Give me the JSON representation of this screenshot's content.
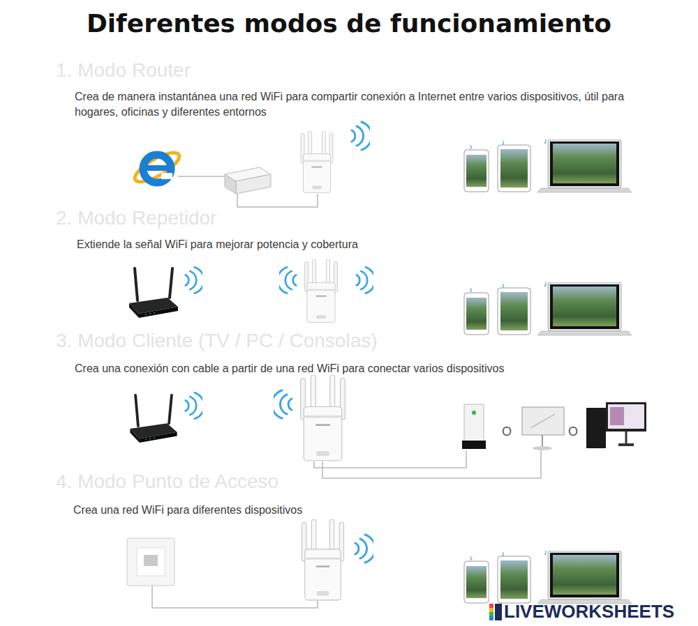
{
  "diagram": {
    "title": "Diferentes modos de funcionamiento",
    "labels": [
      "1. Modo Router",
      "Crea de manera instantánea una red WiFi para compartir conexión a Internet entre varios dispositivos, útil para hogares, oficinas y diferentes entornos",
      "2. Modo Repetidor",
      "Extiende la señal WiFi para mejorar potencia y cobertura",
      "3. Modo Cliente (TV / PC / Consolas)",
      "Crea una conexión con cable a partir de una red WiFi para conectar varios dispositivos",
      "O",
      "O",
      "4. Modo Punto de Acceso",
      "Crea una red WiFi para diferentes dispositivos",
      "LIVEWORKSHEETS"
    ]
  }
}
